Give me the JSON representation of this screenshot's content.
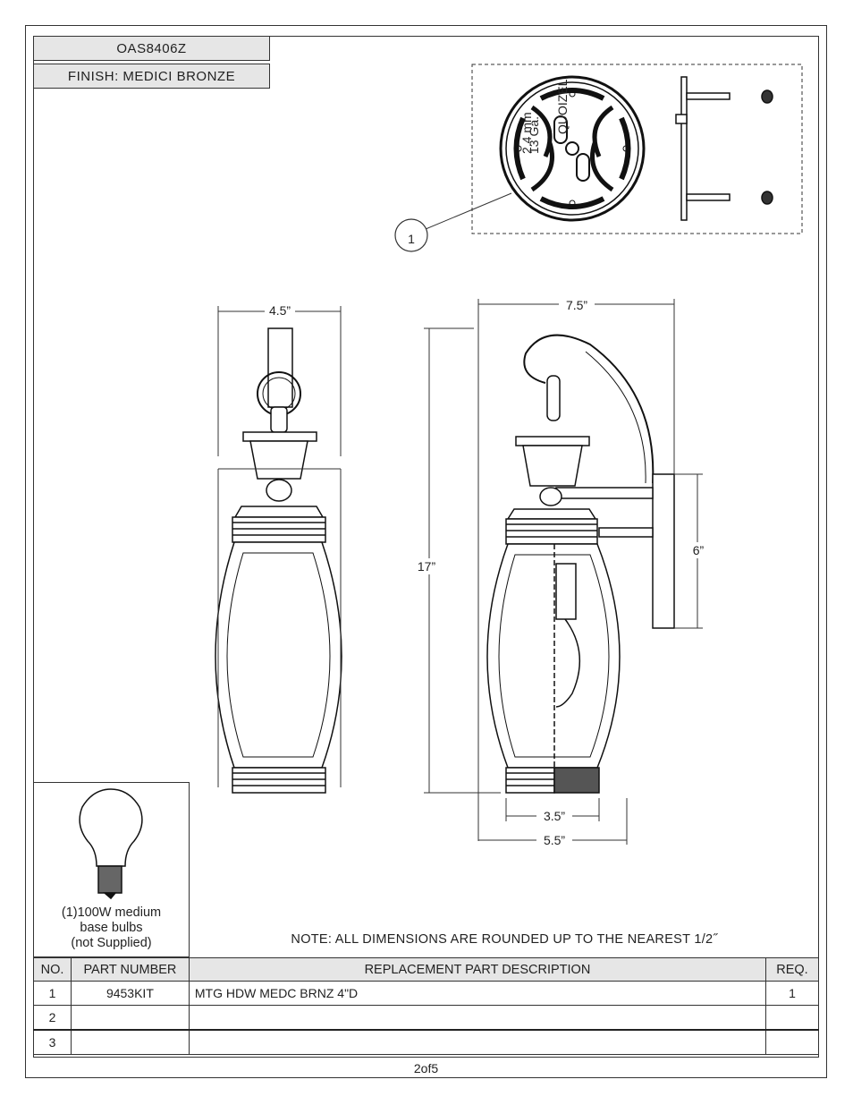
{
  "title_block": {
    "model": "OAS8406Z",
    "finish": "FINISH: MEDICI BRONZE"
  },
  "callout": {
    "number": "1",
    "plate_text_1": "QUOIZEL",
    "plate_text_2": "2.4 mm",
    "plate_text_3": "13 Ga."
  },
  "dimensions": {
    "front_width": "4.5”",
    "side_width": "7.5”",
    "height": "17”",
    "backplate_height": "6”",
    "bottom_inner": "3.5”",
    "bottom_outer": "5.5”"
  },
  "bulb": {
    "line1": "(1)100W medium",
    "line2": "base bulbs",
    "line3": "(not Supplied)"
  },
  "note": "NOTE:  ALL DIMENSIONS ARE ROUNDED UP TO THE NEAREST  1/2˝",
  "table": {
    "headers": {
      "no": "NO.",
      "part_number": "PART NUMBER",
      "description": "REPLACEMENT PART DESCRIPTION",
      "req": "REQ."
    },
    "rows": [
      {
        "no": "1",
        "part_number": "9453KIT",
        "description": "MTG HDW MEDC BRNZ 4\"D",
        "req": "1"
      },
      {
        "no": "2",
        "part_number": "",
        "description": "",
        "req": ""
      },
      {
        "no": "3",
        "part_number": "",
        "description": "",
        "req": ""
      }
    ]
  },
  "page": "2of5"
}
